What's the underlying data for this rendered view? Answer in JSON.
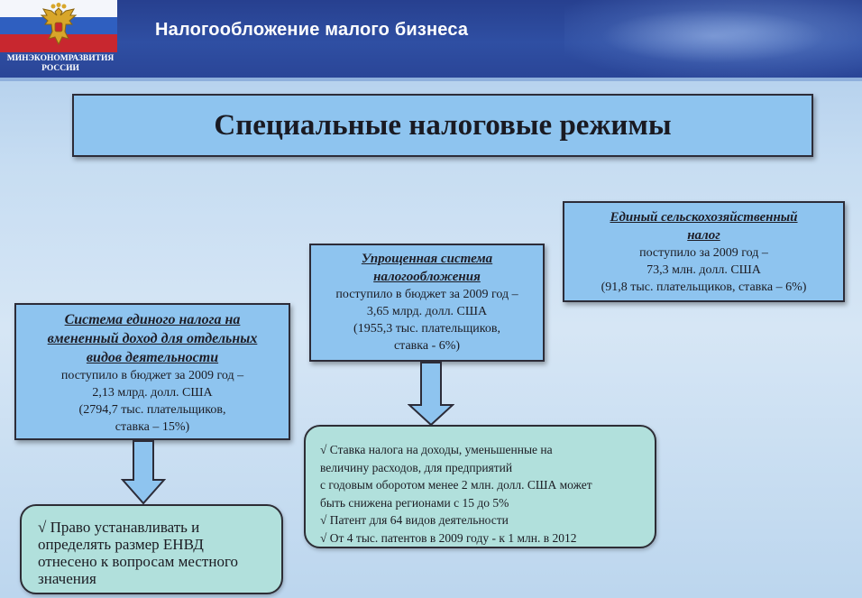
{
  "header": {
    "title": "Налогообложение малого бизнеса",
    "ministry": [
      "МИНЭКОНОМРАЗВИТИЯ",
      "РОССИИ"
    ],
    "colors": {
      "bar": "#2f4fa3",
      "flag_white": "#f4f6fb",
      "flag_blue": "#2f5fc0",
      "flag_red": "#c8272f"
    },
    "emblem_icon": "double-headed-eagle-icon"
  },
  "main_title": "Специальные налоговые режимы",
  "regimes": {
    "envd": {
      "title": [
        "Система единого налога на",
        "вмененный доход для отдельных",
        "видов деятельности"
      ],
      "body": [
        "поступило в бюджет за 2009 год –",
        "2,13 млрд. долл. США",
        "(2794,7 тыс. плательщиков,",
        "ставка – 15%)"
      ]
    },
    "usn": {
      "title": [
        "Упрощенная система",
        "налогообложения"
      ],
      "body": [
        "поступило в бюджет за 2009 год –",
        "3,65 млрд. долл. США",
        "(1955,3 тыс. плательщиков,",
        "ставка - 6%)"
      ]
    },
    "eshn": {
      "title": [
        "Единый сельскохозяйственный",
        "налог"
      ],
      "body": [
        "поступило за 2009 год –",
        "73,3 млн. долл. США",
        "(91,8 тыс. плательщиков, ставка – 6%)"
      ]
    }
  },
  "notes": {
    "envd": [
      "√ Право устанавливать и",
      "определять размер ЕНВД",
      "отнесено к вопросам местного",
      "значения"
    ],
    "usn": [
      "√ Ставка налога на доходы, уменьшенные на",
      "величину расходов, для предприятий",
      "с годовым оборотом менее 2 млн. долл. США может",
      "быть снижена регионами с 15 до 5%",
      "√ Патент для 64 видов деятельности",
      "√ От 4 тыс. патентов в 2009 году - к 1 млн. в 2012"
    ]
  },
  "colors": {
    "box_fill": "#8ec4ef",
    "note_fill": "#b1e0dc",
    "border": "#2c2c38"
  }
}
